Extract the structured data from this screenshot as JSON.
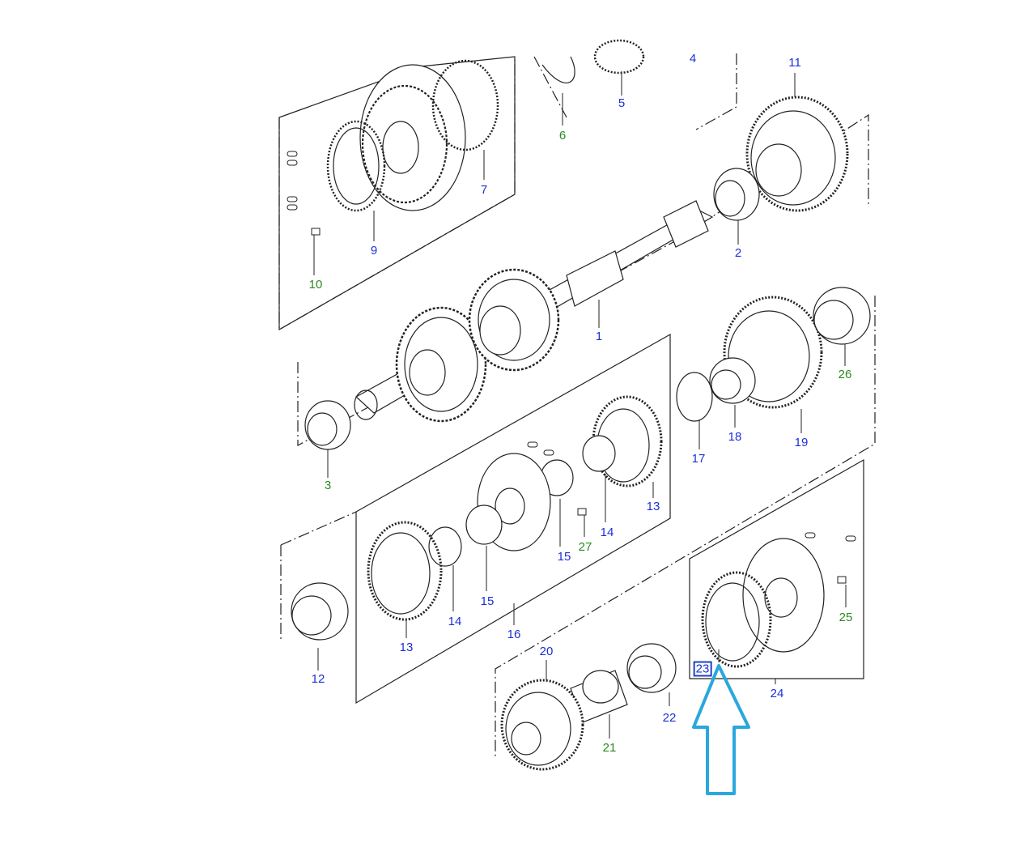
{
  "colors": {
    "label_blue": "#1e2fd6",
    "label_green": "#2a8a1f",
    "arrow": "#2aa7dd",
    "line": "#222222"
  },
  "parts": [
    {
      "id": "p1",
      "text": "1",
      "color": "blue"
    },
    {
      "id": "p2",
      "text": "2",
      "color": "blue"
    },
    {
      "id": "p3",
      "text": "3",
      "color": "green"
    },
    {
      "id": "p4",
      "text": "4",
      "color": "blue"
    },
    {
      "id": "p5",
      "text": "5",
      "color": "blue"
    },
    {
      "id": "p6",
      "text": "6",
      "color": "green"
    },
    {
      "id": "p7",
      "text": "7",
      "color": "blue"
    },
    {
      "id": "p9",
      "text": "9",
      "color": "blue"
    },
    {
      "id": "p10",
      "text": "10",
      "color": "green"
    },
    {
      "id": "p11",
      "text": "11",
      "color": "blue"
    },
    {
      "id": "p12",
      "text": "12",
      "color": "blue"
    },
    {
      "id": "p13a",
      "text": "13",
      "color": "blue"
    },
    {
      "id": "p13b",
      "text": "13",
      "color": "blue"
    },
    {
      "id": "p14a",
      "text": "14",
      "color": "blue"
    },
    {
      "id": "p14b",
      "text": "14",
      "color": "blue"
    },
    {
      "id": "p15a",
      "text": "15",
      "color": "blue"
    },
    {
      "id": "p15b",
      "text": "15",
      "color": "blue"
    },
    {
      "id": "p16",
      "text": "16",
      "color": "blue"
    },
    {
      "id": "p17",
      "text": "17",
      "color": "blue"
    },
    {
      "id": "p18",
      "text": "18",
      "color": "blue"
    },
    {
      "id": "p19",
      "text": "19",
      "color": "blue"
    },
    {
      "id": "p20",
      "text": "20",
      "color": "blue"
    },
    {
      "id": "p21",
      "text": "21",
      "color": "green"
    },
    {
      "id": "p22",
      "text": "22",
      "color": "blue"
    },
    {
      "id": "p23",
      "text": "23",
      "color": "blue",
      "highlighted": true
    },
    {
      "id": "p24",
      "text": "24",
      "color": "blue"
    },
    {
      "id": "p25",
      "text": "25",
      "color": "green"
    },
    {
      "id": "p26",
      "text": "26",
      "color": "green"
    },
    {
      "id": "p27",
      "text": "27",
      "color": "green"
    }
  ],
  "highlight_arrow": {
    "points_to": "23",
    "icon": "up-arrow-icon"
  }
}
